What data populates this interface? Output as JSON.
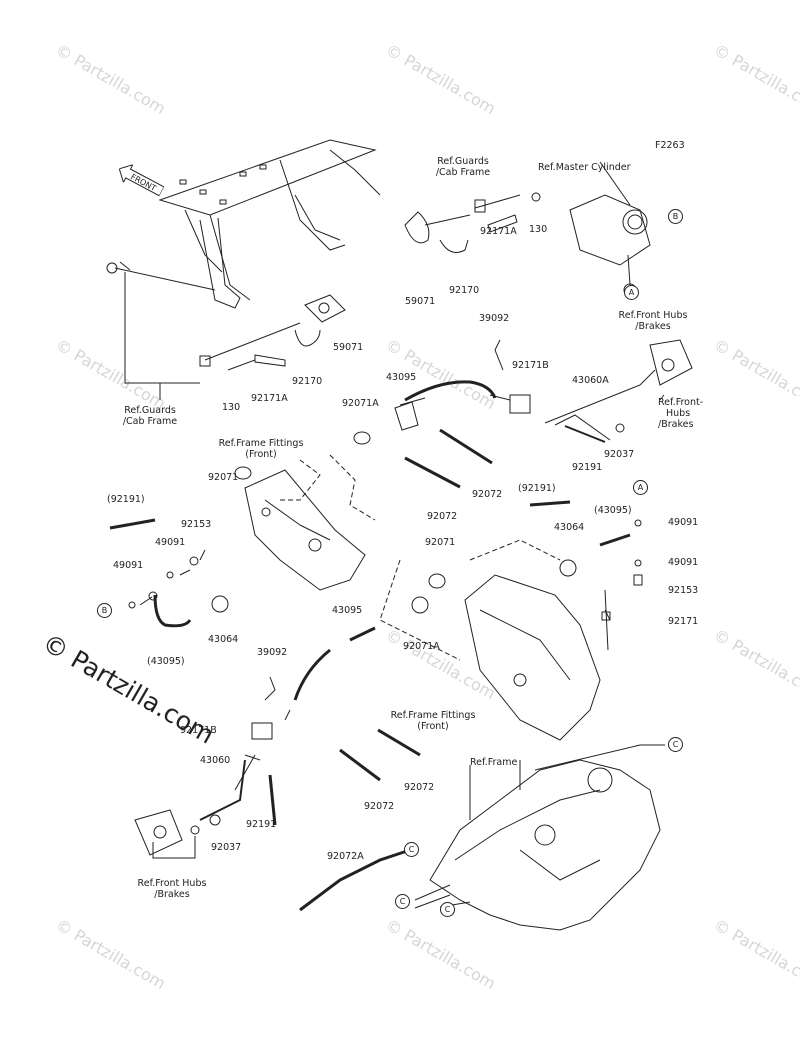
{
  "diagram_code": "F2263",
  "watermark_text": "© Partzilla.com",
  "front_label": "FRONT",
  "parts": {
    "p59071_top": "59071",
    "p92170_top": "92170",
    "p92171A_top": "92171A",
    "p130_top": "130",
    "p59071_left": "59071",
    "p92170_left": "92170",
    "p92171A_left": "92171A",
    "p130_left": "130",
    "p39092_top": "39092",
    "p92171B_top": "92171B",
    "p43095_top": "43095",
    "p92071A_top": "92071A",
    "p43060A": "43060A",
    "p92191_mid": "92191",
    "p92037_top": "92037",
    "p92071_left": "92071",
    "p92072_a": "92072",
    "p92072_b": "92072",
    "p92191_paren_left": "(92191)",
    "p92153_left": "92153",
    "p49091_l1": "49091",
    "p49091_l2": "49091",
    "p43064_left": "43064",
    "p43095_paren_left": "(43095)",
    "p92191_paren_right": "(92191)",
    "p43095_paren_right": "(43095)",
    "p43064_right": "43064",
    "p49091_r1": "49091",
    "p49091_r2": "49091",
    "p92153_right": "92153",
    "p92171_right": "92171",
    "p92071_mid": "92071",
    "p92071A_mid": "92071A",
    "p43095_mid": "43095",
    "p39092_mid": "39092",
    "p92171B_mid": "92171B",
    "p43060": "43060",
    "p92191_bottom": "92191",
    "p92037_bottom": "92037",
    "p92072_c": "92072",
    "p92072_d": "92072",
    "p92072A": "92072A"
  },
  "refs": {
    "guards_cab_top": [
      "Ref.Guards",
      "/Cab Frame"
    ],
    "master_cylinder": "Ref.Master Cylinder",
    "front_hubs_right": [
      "Ref.Front Hubs",
      "/Brakes"
    ],
    "front_hubs_right2": [
      "Ref.Front-",
      "Hubs",
      "/Brakes"
    ],
    "guards_cab_left": [
      "Ref.Guards",
      "/Cab Frame"
    ],
    "frame_fittings_front_left": [
      "Ref.Frame Fittings",
      "(Front)"
    ],
    "frame_fittings_front_mid": [
      "Ref.Frame Fittings",
      "(Front)"
    ],
    "frame": "Ref.Frame",
    "front_hubs_left": [
      "Ref.Front Hubs",
      "/Brakes"
    ]
  },
  "callouts": {
    "a": "A",
    "b": "B",
    "c": "C"
  }
}
